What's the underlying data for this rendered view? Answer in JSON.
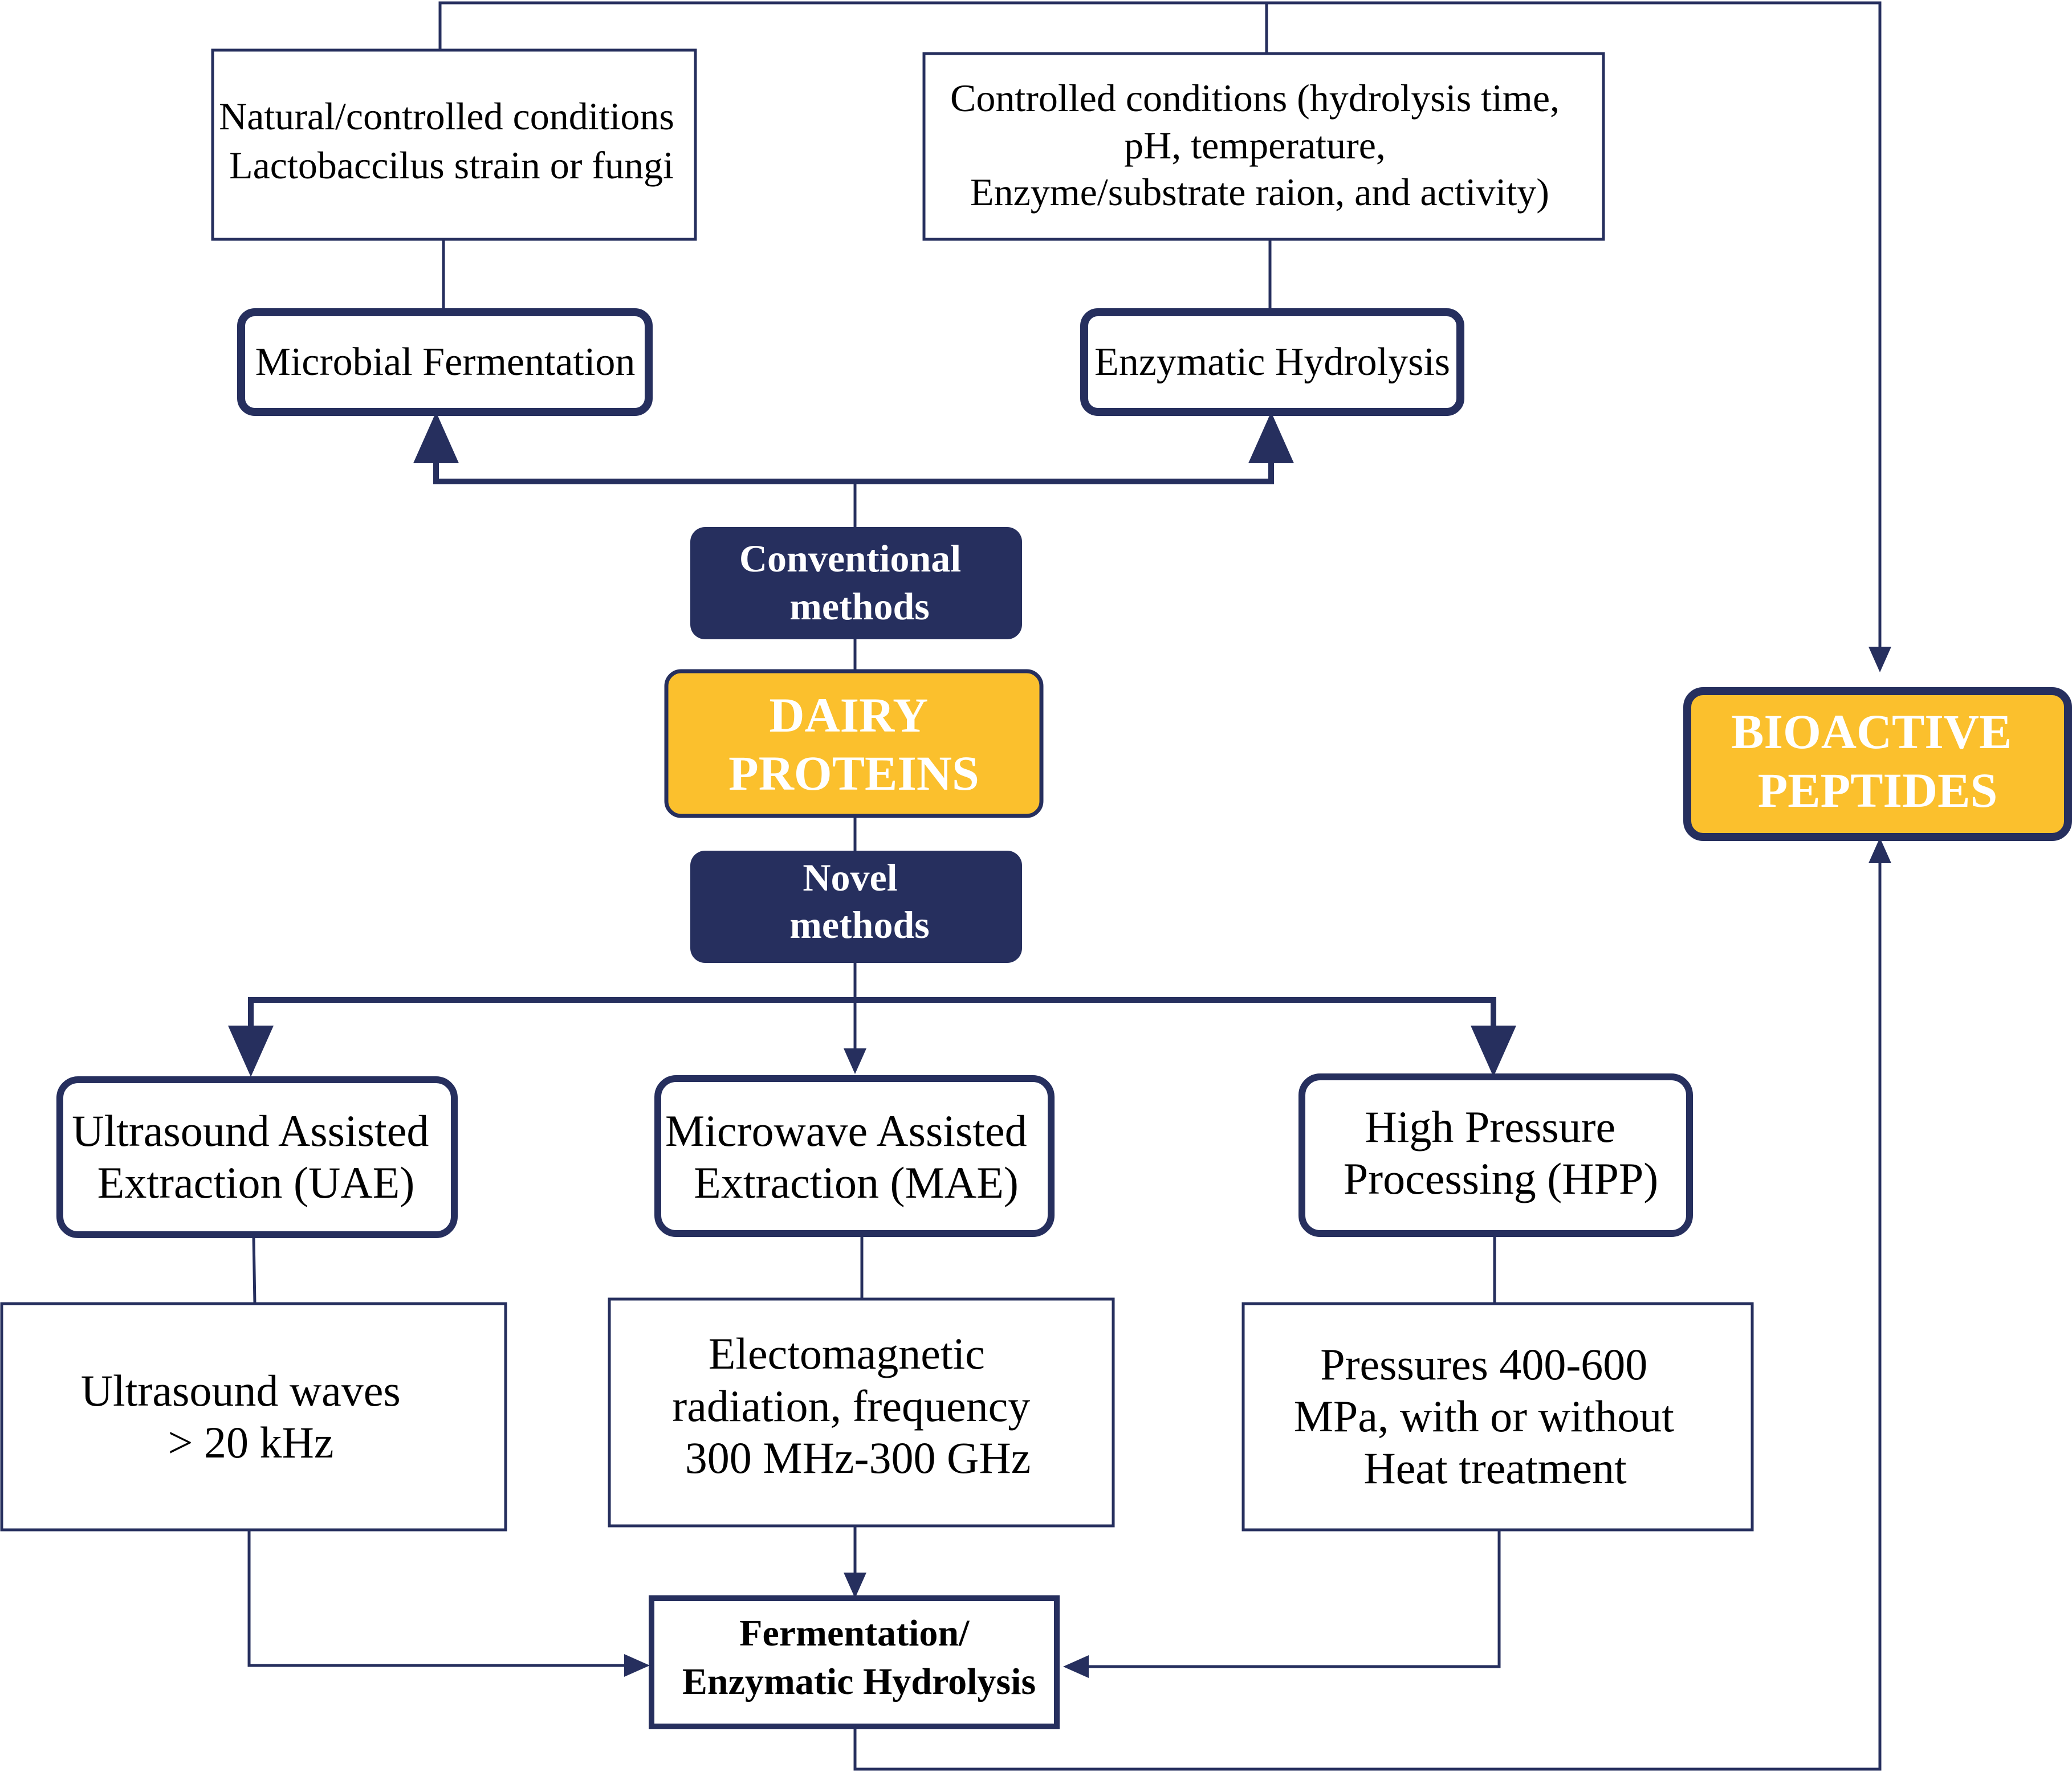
{
  "colors": {
    "navy": "#262F5E",
    "gold": "#FBC02D",
    "border_dark": "#262F5E",
    "text_dark": "#000000",
    "text_light": "#FFFFFF"
  },
  "nodes": {
    "natural_conditions": {
      "lines": [
        "Natural/controlled conditions",
        "Lactobaccilus strain or fungi"
      ]
    },
    "controlled_conditions": {
      "lines": [
        "Controlled conditions (hydrolysis time,",
        "pH, temperature,",
        "Enzyme/substrate raion, and activity)"
      ]
    },
    "microbial_fermentation": {
      "lines": [
        "Microbial Fermentation"
      ]
    },
    "enzymatic_hydrolysis": {
      "lines": [
        "Enzymatic Hydrolysis"
      ]
    },
    "conventional_methods": {
      "lines": [
        "Conventional",
        "methods"
      ]
    },
    "dairy_proteins": {
      "lines": [
        "DAIRY",
        "PROTEINS"
      ]
    },
    "novel_methods": {
      "lines": [
        "Novel",
        "methods"
      ]
    },
    "bioactive_peptides": {
      "lines": [
        "BIOACTIVE",
        "PEPTIDES"
      ]
    },
    "uae": {
      "lines": [
        "Ultrasound Assisted",
        "Extraction (UAE)"
      ]
    },
    "mae": {
      "lines": [
        "Microwave Assisted",
        "Extraction (MAE)"
      ]
    },
    "hpp": {
      "lines": [
        "High Pressure",
        "Processing (HPP)"
      ]
    },
    "ultrasound_waves": {
      "lines": [
        "Ultrasound waves",
        "> 20 kHz"
      ]
    },
    "electromagnetic": {
      "lines": [
        "Electomagnetic",
        "radiation, frequency",
        "300 MHz-300 GHz"
      ]
    },
    "pressures": {
      "lines": [
        "Pressures 400-600",
        "MPa, with or without",
        "Heat treatment"
      ]
    },
    "fermentation_hydrolysis": {
      "lines": [
        "Fermentation/",
        "Enzymatic Hydrolysis"
      ]
    }
  }
}
